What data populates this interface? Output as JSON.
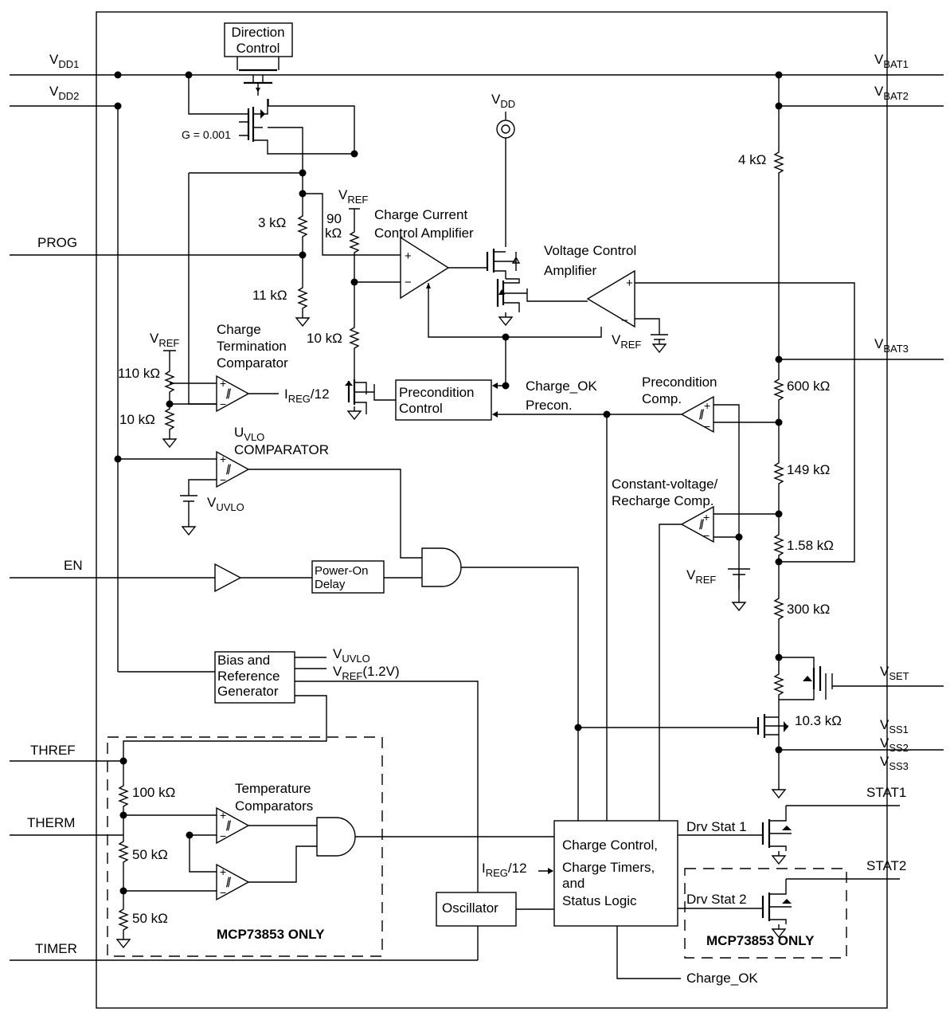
{
  "pins": {
    "vdd1": "V",
    "vdd1_sub": "DD1",
    "vdd2": "V",
    "vdd2_sub": "DD2",
    "prog": "PROG",
    "en": "EN",
    "thref": "THREF",
    "therm": "THERM",
    "timer": "TIMER",
    "vbat1": "V",
    "vbat1_sub": "BAT1",
    "vbat2": "V",
    "vbat2_sub": "BAT2",
    "vbat3": "V",
    "vbat3_sub": "BAT3",
    "vset": "V",
    "vset_sub": "SET",
    "vss1": "V",
    "vss1_sub": "SS1",
    "vss2": "V",
    "vss2_sub": "SS2",
    "vss3": "V",
    "vss3_sub": "SS3",
    "stat1": "STAT1",
    "stat2": "STAT2"
  },
  "blocks": {
    "direction_control": [
      "Direction",
      "Control"
    ],
    "precondition_control": [
      "Precondition",
      "Control"
    ],
    "power_on_delay": [
      "Power-On",
      "Delay"
    ],
    "bias_ref_gen": [
      "Bias and",
      "Reference",
      "Generator"
    ],
    "oscillator": "Oscillator",
    "charge_control": [
      "Charge Control,",
      "Charge Timers,",
      "and",
      "Status Logic"
    ]
  },
  "labels": {
    "g_gain": "G = 0.001",
    "vdd_top": "V",
    "vdd_top_sub": "DD",
    "vref_a": "V",
    "vref_a_sub": "REF",
    "vref_b": "V",
    "vref_b_sub": "REF",
    "vref_c": "V",
    "vref_c_sub": "REF",
    "vref_d": "V",
    "vref_d_sub": "REF",
    "vref_out": "V",
    "vref_out_sub": "REF",
    "vref_out_tail": "(1.2V)",
    "vuvlo_batt": "V",
    "vuvlo_batt_sub": "UVLO",
    "vuvlo_out": "V",
    "vuvlo_out_sub": "UVLO",
    "charge_current_amp": [
      "Charge Current",
      "Control Amplifier"
    ],
    "voltage_control_amp": [
      "Voltage Control",
      "Amplifier"
    ],
    "charge_term_comp": [
      "Charge",
      "Termination",
      "Comparator"
    ],
    "ireg_a": "I",
    "ireg_a_sub": "REG",
    "ireg_a_tail": "/12",
    "ireg_b": "I",
    "ireg_b_sub": "REG",
    "ireg_b_tail": "/12",
    "uvlo_comp": "U",
    "uvlo_comp_sub": "VLO",
    "uvlo_comp_tail": "COMPARATOR",
    "charge_ok_1": "Charge_OK",
    "precon": "Precon.",
    "precondition_comp": [
      "Precondition",
      "Comp."
    ],
    "cv_recharge_comp": [
      "Constant-voltage/",
      "Recharge Comp."
    ],
    "temp_comp": [
      "Temperature",
      "Comparators"
    ],
    "drv_stat1": "Drv Stat 1",
    "drv_stat2": "Drv Stat 2",
    "mcp_only_1": "MCP73853 ONLY",
    "mcp_only_2": "MCP73853 ONLY",
    "charge_ok_2": "Charge_OK"
  },
  "resistors": {
    "r_4k": "4 kΩ",
    "r_3k": "3 kΩ",
    "r_90k_a": "90",
    "r_90k_b": "kΩ",
    "r_11k": "11 kΩ",
    "r_10k_a": "10 kΩ",
    "r_110k": "110 kΩ",
    "r_10k_b": "10 kΩ",
    "r_600k": "600 kΩ",
    "r_149k": "149 kΩ",
    "r_158k": "1.58 kΩ",
    "r_300k": "300 kΩ",
    "r_103k": "10.3 kΩ",
    "r_100k": "100 kΩ",
    "r_50k_a": "50 kΩ",
    "r_50k_b": "50 kΩ"
  },
  "comparator_signs": {
    "plus": "+",
    "minus": "−"
  }
}
